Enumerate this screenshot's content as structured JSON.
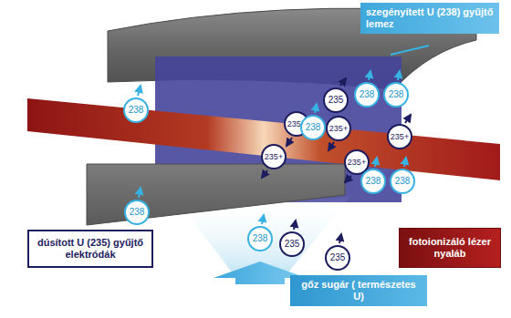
{
  "diagram": {
    "nodes": [
      {
        "text": [
          "szegényített U (238) gyűjtő lemez"
        ]
      },
      {
        "text": [
          "235"
        ]
      },
      {
        "text": [
          "238"
        ]
      },
      {
        "text": [
          "238"
        ]
      },
      {
        "text": [
          "238"
        ]
      },
      {
        "text": [
          "235+"
        ]
      },
      {
        "text": [
          "238"
        ]
      },
      {
        "text": [
          "235+"
        ]
      },
      {
        "text": [
          "235+"
        ]
      },
      {
        "text": [
          "235+"
        ]
      },
      {
        "text": [
          "235+"
        ]
      },
      {
        "text": [
          "238"
        ]
      },
      {
        "text": [
          "238"
        ]
      },
      {
        "text": [
          "238"
        ]
      },
      {
        "text": [
          "dúsított U (235) gyűjtő elektródák"
        ]
      },
      {
        "text": [
          "fotoionizáló lézer nyaláb"
        ]
      },
      {
        "text": [
          "238"
        ]
      },
      {
        "text": [
          "235"
        ]
      },
      {
        "text": [
          "235"
        ]
      },
      {
        "text": [
          "gőz sugár ( természetes U)"
        ]
      }
    ]
  }
}
